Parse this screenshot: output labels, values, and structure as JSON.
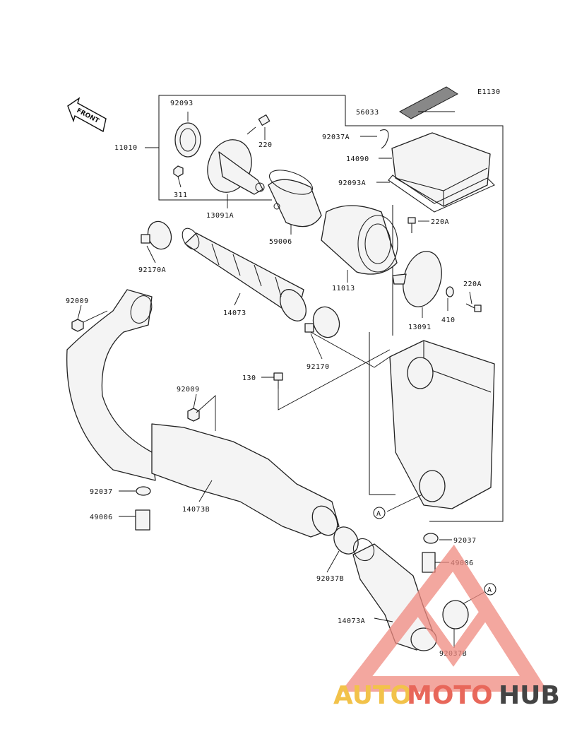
{
  "diagram_code": "E1130",
  "front_label": "FRONT",
  "callouts": {
    "ref_a1": "A",
    "ref_a2": "A"
  },
  "parts": {
    "p92093": "92093",
    "p11010": "11010",
    "p220": "220",
    "p311": "311",
    "p13091A": "13091A",
    "p59006": "59006",
    "p56033": "56033",
    "p92037A": "92037A",
    "p14090": "14090",
    "p92093A": "92093A",
    "p220A_1": "220A",
    "p220A_2": "220A",
    "p92170A": "92170A",
    "p11013": "11013",
    "p92009_1": "92009",
    "p14073": "14073",
    "p13091": "13091",
    "p410": "410",
    "p92170": "92170",
    "p130": "130",
    "p92009_2": "92009",
    "p92037_1": "92037",
    "p49006_1": "49006",
    "p14073B": "14073B",
    "p92037_2": "92037",
    "p49006_2": "49006",
    "p92037B_1": "92037B",
    "p14073A": "14073A",
    "p92037B_2": "92037B"
  },
  "watermark": {
    "part1": "AUTO",
    "part2": "MOTO",
    "part3": "HUB",
    "color_auto": "#f2c24a",
    "color_moto": "#e8675a",
    "color_hub": "#444444"
  }
}
